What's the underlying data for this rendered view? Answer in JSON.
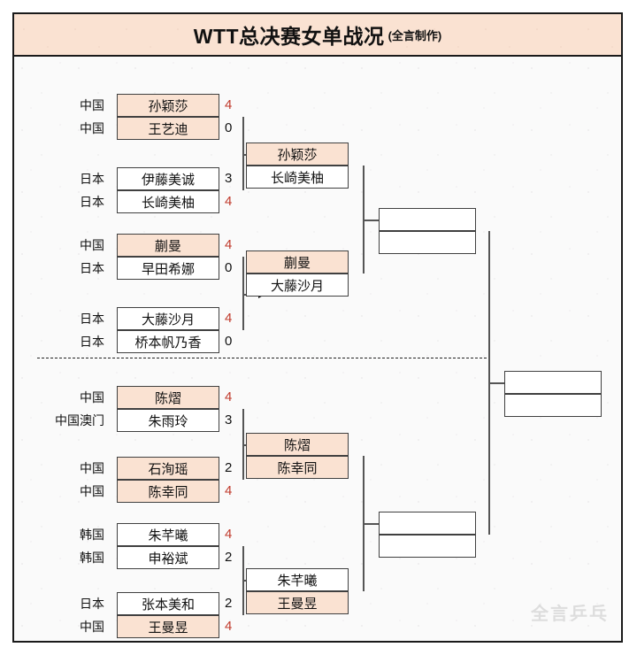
{
  "header": {
    "title": "WTT总决赛女单战况",
    "subtitle": "(全言制作)"
  },
  "watermark": "全言乒乓",
  "bracket": {
    "round1": [
      {
        "top": {
          "country": "中国",
          "name": "孙颖莎",
          "score": "4",
          "winner": true,
          "fill": "peach"
        },
        "bottom": {
          "country": "中国",
          "name": "王艺迪",
          "score": "0",
          "winner": false,
          "fill": "peach"
        }
      },
      {
        "top": {
          "country": "日本",
          "name": "伊藤美诚",
          "score": "3",
          "winner": false,
          "fill": "white"
        },
        "bottom": {
          "country": "日本",
          "name": "长崎美柚",
          "score": "4",
          "winner": true,
          "fill": "white"
        }
      },
      {
        "top": {
          "country": "中国",
          "name": "蒯曼",
          "score": "4",
          "winner": true,
          "fill": "peach"
        },
        "bottom": {
          "country": "日本",
          "name": "早田希娜",
          "score": "0",
          "winner": false,
          "fill": "white"
        }
      },
      {
        "top": {
          "country": "日本",
          "name": "大藤沙月",
          "score": "4",
          "winner": true,
          "fill": "white"
        },
        "bottom": {
          "country": "日本",
          "name": "桥本帆乃香",
          "score": "0",
          "winner": false,
          "fill": "white"
        }
      },
      {
        "top": {
          "country": "中国",
          "name": "陈熠",
          "score": "4",
          "winner": true,
          "fill": "peach"
        },
        "bottom": {
          "country": "中国澳门",
          "name": "朱雨玲",
          "score": "3",
          "winner": false,
          "fill": "white"
        }
      },
      {
        "top": {
          "country": "中国",
          "name": "石洵瑶",
          "score": "2",
          "winner": false,
          "fill": "peach"
        },
        "bottom": {
          "country": "中国",
          "name": "陈幸同",
          "score": "4",
          "winner": true,
          "fill": "peach"
        }
      },
      {
        "top": {
          "country": "韩国",
          "name": "朱芊曦",
          "score": "4",
          "winner": true,
          "fill": "white"
        },
        "bottom": {
          "country": "韩国",
          "name": "申裕斌",
          "score": "2",
          "winner": false,
          "fill": "white"
        }
      },
      {
        "top": {
          "country": "日本",
          "name": "张本美和",
          "score": "2",
          "winner": false,
          "fill": "white"
        },
        "bottom": {
          "country": "中国",
          "name": "王曼昱",
          "score": "4",
          "winner": true,
          "fill": "peach"
        }
      }
    ],
    "round2": [
      {
        "top": {
          "name": "孙颖莎",
          "fill": "peach"
        },
        "bottom": {
          "name": "长崎美柚",
          "fill": "white"
        }
      },
      {
        "top": {
          "name": "蒯曼",
          "fill": "peach"
        },
        "bottom": {
          "name": "大藤沙月",
          "fill": "white"
        }
      },
      {
        "top": {
          "name": "陈熠",
          "fill": "peach"
        },
        "bottom": {
          "name": "陈幸同",
          "fill": "peach"
        }
      },
      {
        "top": {
          "name": "朱芊曦",
          "fill": "white"
        },
        "bottom": {
          "name": "王曼昱",
          "fill": "peach"
        }
      }
    ],
    "semifinals": [
      {
        "top": {
          "name": "",
          "fill": "white"
        },
        "bottom": {
          "name": "",
          "fill": "white"
        }
      },
      {
        "top": {
          "name": "",
          "fill": "white"
        },
        "bottom": {
          "name": "",
          "fill": "white"
        }
      }
    ],
    "final": {
      "top": {
        "name": "",
        "fill": "white"
      },
      "bottom": {
        "name": "",
        "fill": "white"
      }
    }
  }
}
